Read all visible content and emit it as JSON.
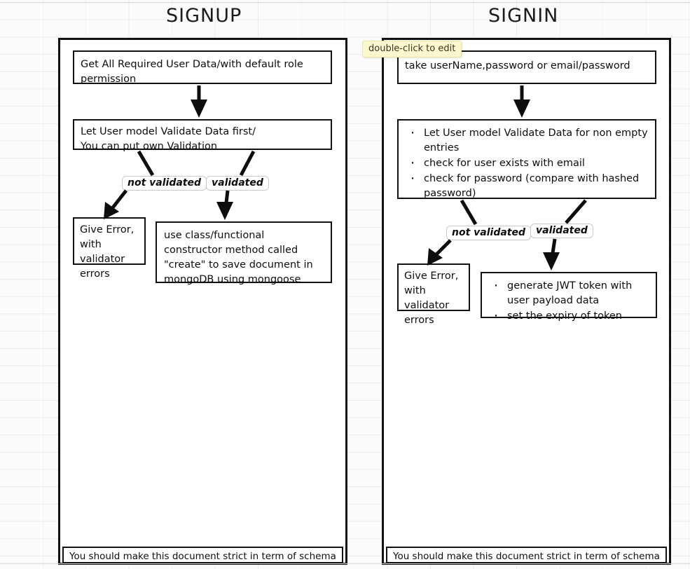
{
  "canvas": {
    "tooltip": "double-click to edit"
  },
  "flows": [
    {
      "id": "signup",
      "title": "SIGNUP",
      "nodes": {
        "input": "Get All Required User Data/with default role permission",
        "validate_line1": "Let User model Validate Data first/",
        "validate_line2": "You can put own Validation",
        "error_line1": "Give Error,",
        "error_line2": "with validator",
        "error_line3": "errors",
        "success": "use class/functional constructor method called \"create\" to save document in mongoDB using mongoose"
      },
      "edge_labels": {
        "not_validated": "not validated",
        "validated": "validated"
      },
      "footer": "You should make this document strict in term of schema"
    },
    {
      "id": "signin",
      "title": "SIGNIN",
      "nodes": {
        "input": "take userName,password or email/password",
        "validate_bullets": [
          "Let User model Validate Data for non empty entries",
          "check for user exists with email",
          "check for password (compare with hashed password)"
        ],
        "error_line1": "Give Error,",
        "error_line2": "with validator",
        "error_line3": "errors",
        "success_bullets": [
          "generate JWT token with user payload data",
          "set the expiry of token"
        ]
      },
      "edge_labels": {
        "not_validated": "not validated",
        "validated": "validated"
      },
      "footer": "You should make this document strict in term of schema"
    }
  ]
}
